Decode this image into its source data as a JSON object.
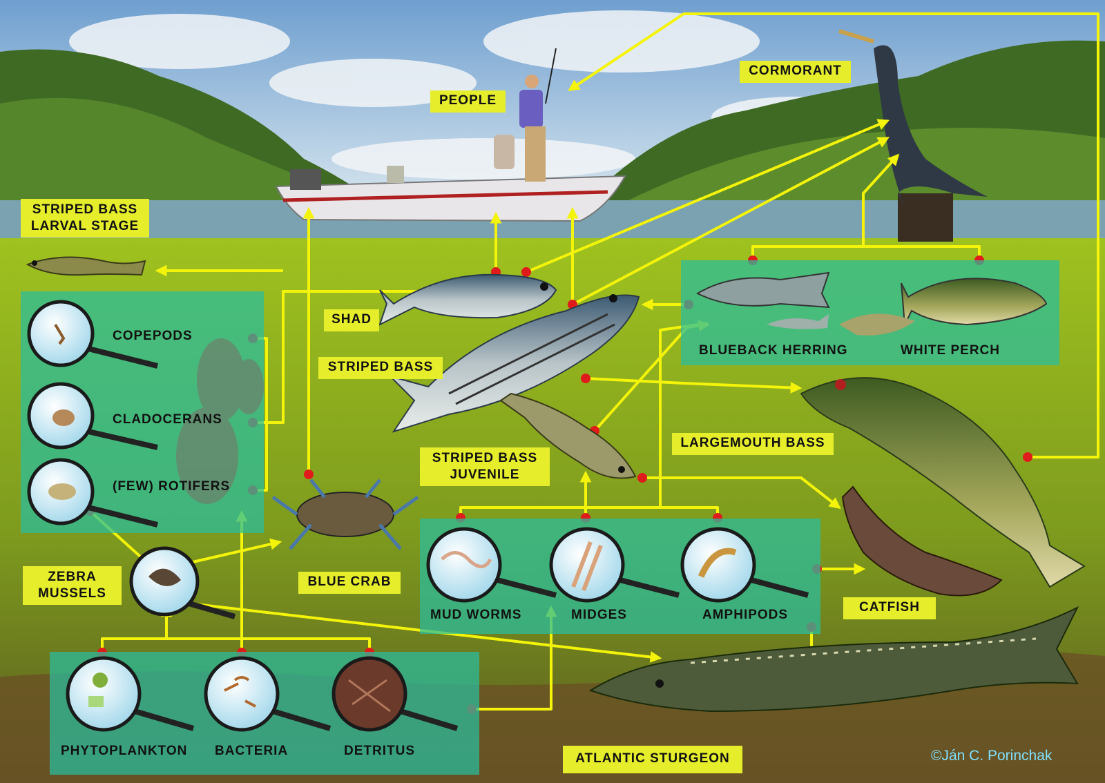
{
  "labels": {
    "people": "PEOPLE",
    "cormorant": "CORMORANT",
    "striped_bass_larval": "STRIPED BASS LARVAL STAGE",
    "shad": "SHAD",
    "striped_bass": "STRIPED BASS",
    "striped_bass_juvenile": "STRIPED BASS JUVENILE",
    "largemouth_bass": "LARGEMOUTH BASS",
    "blueback_herring": "BLUEBACK HERRING",
    "white_perch": "WHITE PERCH",
    "copepods": "COPEPODS",
    "cladocerans": "CLADOCERANS",
    "rotifers": "(FEW) ROTIFERS",
    "zebra_mussels": "ZEBRA MUSSELS",
    "blue_crab": "BLUE CRAB",
    "mud_worms": "MUD WORMS",
    "midges": "MIDGES",
    "amphipods": "AMPHIPODS",
    "catfish": "CATFISH",
    "phytoplankton": "PHYTOPLANKTON",
    "bacteria": "BACTERIA",
    "detritus": "DETRITUS",
    "atlantic_sturgeon": "ATLANTIC STURGEON"
  },
  "credit": "©Ján C. Porinchak",
  "colors": {
    "arrow": "#f4f40a",
    "node_dot": "#e01b1b",
    "label_bg": "#e6ee2c",
    "panel": "#2fbfa0",
    "water": "#8fb023",
    "sky": "#a9cbe8"
  }
}
